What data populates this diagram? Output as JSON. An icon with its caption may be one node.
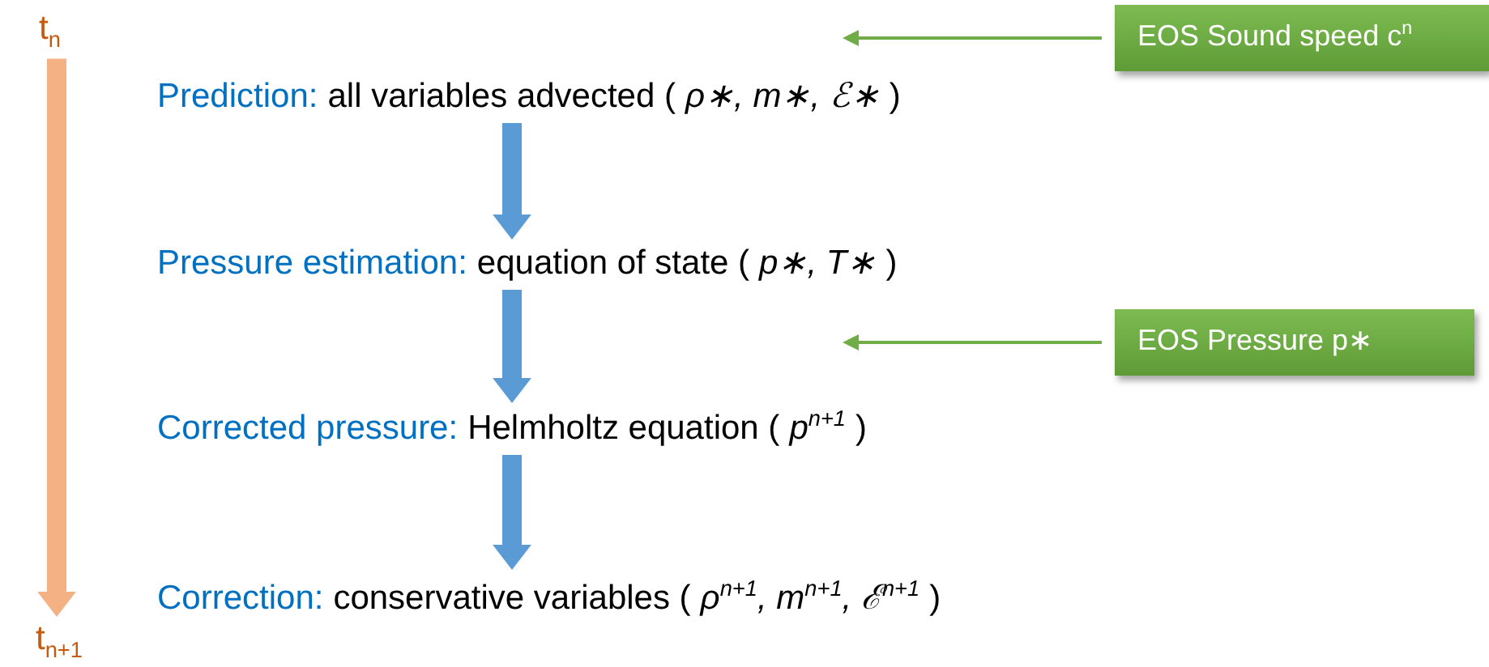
{
  "diagram": {
    "nodes": [
      {
        "text": [
          "t$_{n}$"
        ]
      },
      {
        "text": [
          "EOS Sound speed c$^{n}$"
        ]
      },
      {
        "text": [
          "Prediction:",
          "all variables advected (",
          "ρ∗, m∗, ℰ∗",
          ")"
        ]
      },
      {
        "text": [
          "Pressure estimation:",
          "equation of state (",
          "p∗, T∗",
          ")"
        ]
      },
      {
        "text": [
          "EOS Pressure p∗"
        ]
      },
      {
        "text": [
          "Corrected pressure:",
          "Helmholtz equation (",
          "p$^{n+1}$",
          ")"
        ]
      },
      {
        "text": [
          "Correction:",
          "conservative variables (",
          "ρ$^{n+1}$, m$^{n+1}$, ℰ$^{n+1}$",
          ")"
        ]
      },
      {
        "text": [
          "t$_{n+1}$"
        ]
      }
    ],
    "edges": [
      {
        "from": 0,
        "to": 7,
        "arrow": "to",
        "color": "#f4b183"
      },
      {
        "from": 1,
        "to": 2,
        "arrow": "to",
        "color": "#70ad47"
      },
      {
        "from": 2,
        "to": 3,
        "arrow": "to"
      },
      {
        "from": 3,
        "to": 5,
        "arrow": "to"
      },
      {
        "from": 5,
        "to": 6,
        "arrow": "to"
      },
      {
        "from": 4,
        "to": 3,
        "arrow": "to",
        "color": "#70ad47"
      }
    ]
  }
}
